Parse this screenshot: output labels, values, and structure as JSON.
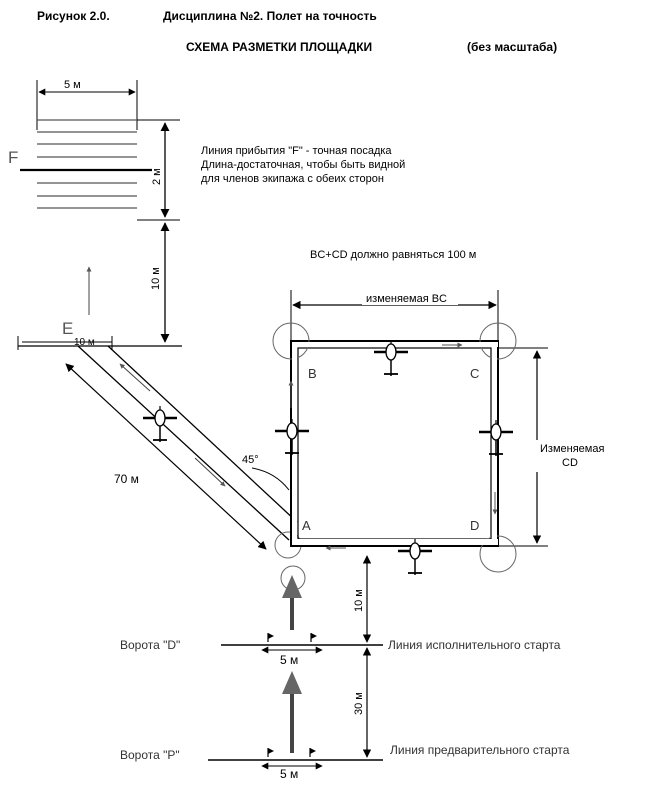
{
  "header": {
    "figure": "Рисунок 2.0.",
    "discipline": "Дисциплина №2.  Полет на точность",
    "title": "СХЕМА РАЗМЕТКИ ПЛОЩАДКИ",
    "scale_note": "(без масштаба)"
  },
  "landing_zone": {
    "width_label": "5 м",
    "line_letter": "F",
    "height_label": "2 м",
    "note_lines": [
      "Линия прибытия \"F\" - точная посадка",
      "Длина-достаточная, чтобы быть видной",
      "для членов экипажа с обеих сторон"
    ]
  },
  "approach": {
    "distance_label": "10 м",
    "gate_letter": "E",
    "gate_width_label": "10 м",
    "diagonal_label": "70 м",
    "angle_label": "45°"
  },
  "square": {
    "sum_note": "BC+CD должно равняться 100 м",
    "bc_label": "изменяемая BC",
    "cd_label_lines": [
      "Изменяемая",
      "CD"
    ],
    "corners": {
      "a": "A",
      "b": "B",
      "c": "C",
      "d": "D"
    }
  },
  "start": {
    "gate_d": "Ворота \"D\"",
    "exec_line": "Линия исполнительного старта",
    "gate_d_width": "5 м",
    "dist_to_square": "10 м",
    "gate_p": "Ворота \"P\"",
    "prelim_line": "Линия предварительного старта",
    "gate_p_width": "5 м",
    "dist_between_gates": "30 м"
  }
}
